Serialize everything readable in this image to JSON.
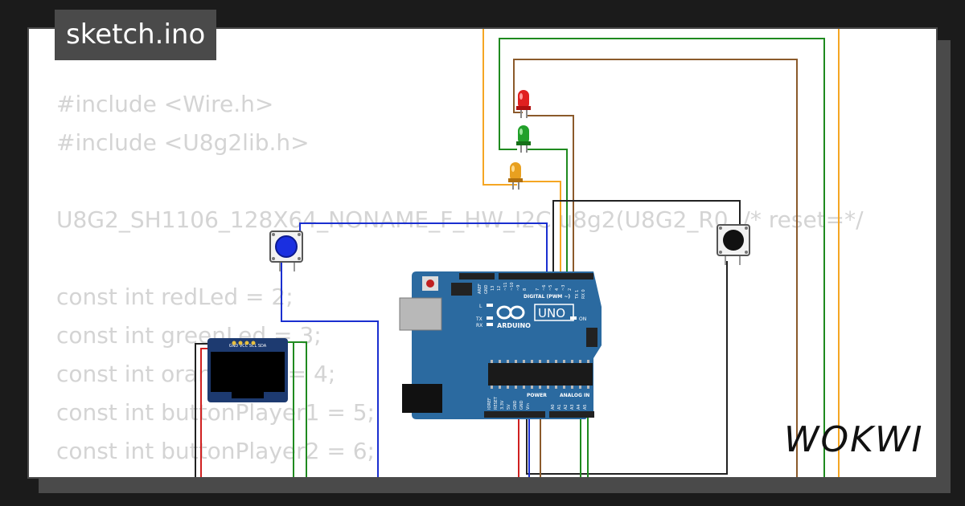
{
  "project": {
    "filename": "sketch.ino"
  },
  "brand": {
    "logo": "WOKWI"
  },
  "code_lines": [
    "#include <Wire.h>",
    "#include <U8g2lib.h>",
    "",
    "U8G2_SH1106_128X64_NONAME_F_HW_I2C u8g2(U8G2_R0, /* reset=*/",
    "",
    "const int redLed = 2;",
    "const int greenLed = 3;",
    "const int orangeLed = 4;",
    "const int buttonPlayer1 = 5;",
    "const int buttonPlayer2 = 6;"
  ],
  "board": {
    "name": "UNO",
    "brand": "ARDUINO",
    "digital_label": "DIGITAL (PWM ~)",
    "analog_label": "ANALOG IN",
    "power_label": "POWER",
    "on_label": "ON",
    "tx_label": "TX",
    "rx_label": "RX",
    "l_label": "L",
    "aref_label": "AREF",
    "gnd_label": "GND",
    "pin_labels_top": [
      "13",
      "12",
      "~11",
      "~10",
      "~9",
      "8",
      "7",
      "~6",
      "~5",
      "4",
      "~3",
      "2",
      "TX 1",
      "RX 0"
    ],
    "pin_labels_power": [
      "IOREF",
      "RESET",
      "3.3V",
      "5V",
      "GND",
      "GND",
      "Vin"
    ],
    "pin_labels_analog": [
      "A0",
      "A1",
      "A2",
      "A3",
      "A4",
      "A5"
    ]
  },
  "oled": {
    "pin_labels": "GND VCC SCL SDA"
  },
  "colors": {
    "background": "#1b1b1b",
    "frame": "#4a4a4a",
    "code_text": "#d4d4d4",
    "board": "#2b6aa0",
    "wire_orange": "#f5a623",
    "wire_green": "#1f8a1f",
    "wire_brown": "#8b5a2b",
    "wire_black": "#222222",
    "wire_blue": "#1a2fd0",
    "wire_red": "#d02020",
    "led_red": "#e02020",
    "led_green": "#22a02a",
    "led_orange": "#e8a020",
    "button_blue": "#1a2fe0",
    "button_black": "#111111"
  }
}
